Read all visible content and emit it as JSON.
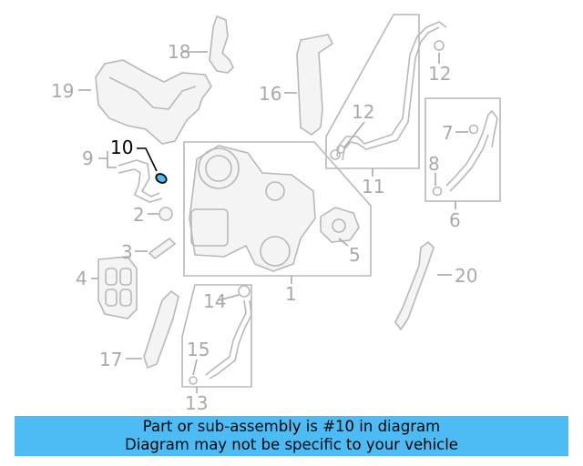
{
  "banner": {
    "line1": "Part or sub-assembly is #10 in diagram",
    "line2": "Diagram may not be specific to your vehicle",
    "bg_color": "#4dbcf5"
  },
  "highlight_color": "#000000",
  "callout_color": "#a9a9a9",
  "callouts": {
    "c1": "1",
    "c2": "2",
    "c3": "3",
    "c4": "4",
    "c5": "5",
    "c6": "6",
    "c7": "7",
    "c8": "8",
    "c9": "9",
    "c10": "10",
    "c11": "11",
    "c12a": "12",
    "c12b": "12",
    "c13": "13",
    "c14": "14",
    "c15": "15",
    "c16": "16",
    "c17": "17",
    "c18": "18",
    "c19": "19",
    "c20": "20"
  },
  "highlighted_part": "10"
}
